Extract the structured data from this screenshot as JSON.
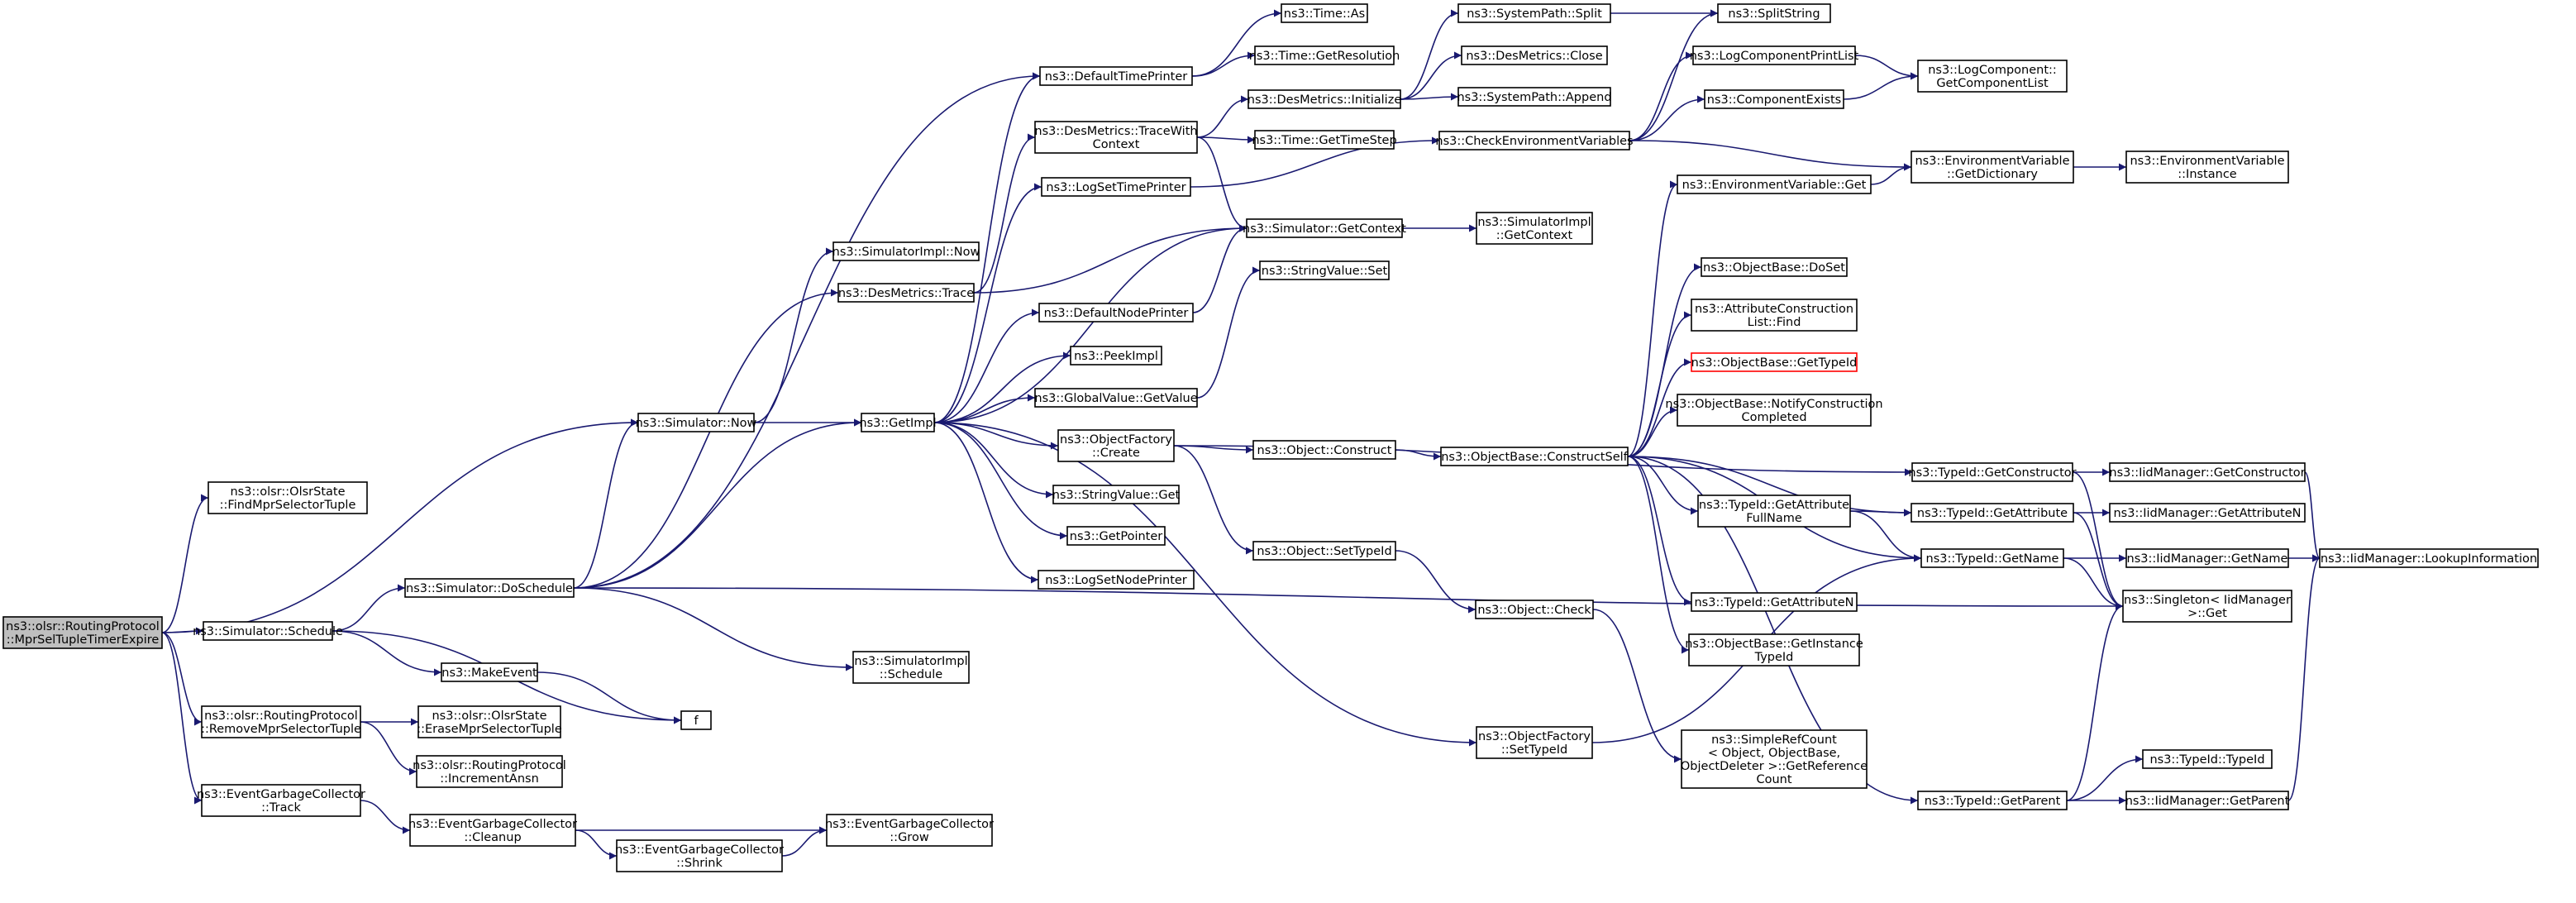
{
  "diagram": {
    "nodes": [
      {
        "id": "root",
        "lines": [
          "ns3::olsr::RoutingProtocol",
          "::MprSelTupleTimerExpire"
        ],
        "root": true
      },
      {
        "id": "findmpr",
        "lines": [
          "ns3::olsr::OlsrState",
          "::FindMprSelectorTuple"
        ]
      },
      {
        "id": "schedule",
        "lines": [
          "ns3::Simulator::Schedule"
        ]
      },
      {
        "id": "removempr",
        "lines": [
          "ns3::olsr::RoutingProtocol",
          "::RemoveMprSelectorTuple"
        ]
      },
      {
        "id": "egctrack",
        "lines": [
          "ns3::EventGarbageCollector",
          "::Track"
        ]
      },
      {
        "id": "simnow",
        "lines": [
          "ns3::Simulator::Now"
        ]
      },
      {
        "id": "doschedule",
        "lines": [
          "ns3::Simulator::DoSchedule"
        ]
      },
      {
        "id": "makeevent",
        "lines": [
          "ns3::MakeEvent"
        ]
      },
      {
        "id": "erasempr",
        "lines": [
          "ns3::olsr::OlsrState",
          "::EraseMprSelectorTuple"
        ]
      },
      {
        "id": "incansn",
        "lines": [
          "ns3::olsr::RoutingProtocol",
          "::IncrementAnsn"
        ]
      },
      {
        "id": "egccleanup",
        "lines": [
          "ns3::EventGarbageCollector",
          "::Cleanup"
        ]
      },
      {
        "id": "egcshrink",
        "lines": [
          "ns3::EventGarbageCollector",
          "::Shrink"
        ]
      },
      {
        "id": "egcgrow",
        "lines": [
          "ns3::EventGarbageCollector",
          "::Grow"
        ]
      },
      {
        "id": "simimplnow",
        "lines": [
          "ns3::SimulatorImpl::Now"
        ]
      },
      {
        "id": "desmtrace",
        "lines": [
          "ns3::DesMetrics::Trace"
        ]
      },
      {
        "id": "getimpl",
        "lines": [
          "ns3::GetImpl"
        ]
      },
      {
        "id": "simimplsched",
        "lines": [
          "ns3::SimulatorImpl",
          "::Schedule"
        ]
      },
      {
        "id": "f",
        "lines": [
          "f"
        ]
      },
      {
        "id": "deftimeprinter",
        "lines": [
          "ns3::DefaultTimePrinter"
        ]
      },
      {
        "id": "desmtracectx",
        "lines": [
          "ns3::DesMetrics::TraceWith",
          "Context"
        ]
      },
      {
        "id": "logsettime",
        "lines": [
          "ns3::LogSetTimePrinter"
        ]
      },
      {
        "id": "defnodeprinter",
        "lines": [
          "ns3::DefaultNodePrinter"
        ]
      },
      {
        "id": "peekimpl",
        "lines": [
          "ns3::PeekImpl"
        ]
      },
      {
        "id": "gvgetvalue",
        "lines": [
          "ns3::GlobalValue::GetValue"
        ]
      },
      {
        "id": "ofcreate",
        "lines": [
          "ns3::ObjectFactory",
          "::Create"
        ]
      },
      {
        "id": "svget",
        "lines": [
          "ns3::StringValue::Get"
        ]
      },
      {
        "id": "getpointer",
        "lines": [
          "ns3::GetPointer"
        ]
      },
      {
        "id": "logsetnode",
        "lines": [
          "ns3::LogSetNodePrinter"
        ]
      },
      {
        "id": "timeas",
        "lines": [
          "ns3::Time::As"
        ]
      },
      {
        "id": "timegetres",
        "lines": [
          "ns3::Time::GetResolution"
        ]
      },
      {
        "id": "desminit",
        "lines": [
          "ns3::DesMetrics::Initialize"
        ]
      },
      {
        "id": "timegetstep",
        "lines": [
          "ns3::Time::GetTimeStep"
        ]
      },
      {
        "id": "simgetctx",
        "lines": [
          "ns3::Simulator::GetContext"
        ]
      },
      {
        "id": "svset",
        "lines": [
          "ns3::StringValue::Set"
        ]
      },
      {
        "id": "objconstruct",
        "lines": [
          "ns3::Object::Construct"
        ]
      },
      {
        "id": "objsettypeid",
        "lines": [
          "ns3::Object::SetTypeId"
        ]
      },
      {
        "id": "objcheck",
        "lines": [
          "ns3::Object::Check"
        ]
      },
      {
        "id": "ofsettypeid",
        "lines": [
          "ns3::ObjectFactory",
          "::SetTypeId"
        ]
      },
      {
        "id": "spsplit",
        "lines": [
          "ns3::SystemPath::Split"
        ]
      },
      {
        "id": "desmclose",
        "lines": [
          "ns3::DesMetrics::Close"
        ]
      },
      {
        "id": "spappend",
        "lines": [
          "ns3::SystemPath::Append"
        ]
      },
      {
        "id": "checkenv",
        "lines": [
          "ns3::CheckEnvironmentVariables"
        ]
      },
      {
        "id": "simimplgetctx",
        "lines": [
          "ns3::SimulatorImpl",
          "::GetContext"
        ]
      },
      {
        "id": "obconstructself",
        "lines": [
          "ns3::ObjectBase::ConstructSelf"
        ]
      },
      {
        "id": "envget",
        "lines": [
          "ns3::EnvironmentVariable::Get"
        ]
      },
      {
        "id": "obdoset",
        "lines": [
          "ns3::ObjectBase::DoSet"
        ]
      },
      {
        "id": "acfind",
        "lines": [
          "ns3::AttributeConstruction",
          "List::Find"
        ]
      },
      {
        "id": "obgettypeid",
        "lines": [
          "ns3::ObjectBase::GetTypeId"
        ],
        "truncated": true
      },
      {
        "id": "obnotify",
        "lines": [
          "ns3::ObjectBase::NotifyConstruction",
          "Completed"
        ]
      },
      {
        "id": "tidgetattrfull",
        "lines": [
          "ns3::TypeId::GetAttribute",
          "FullName"
        ]
      },
      {
        "id": "tidgetattrn",
        "lines": [
          "ns3::TypeId::GetAttributeN"
        ]
      },
      {
        "id": "obgetinstance",
        "lines": [
          "ns3::ObjectBase::GetInstance",
          "TypeId"
        ]
      },
      {
        "id": "simplerefcount",
        "lines": [
          "ns3::SimpleRefCount",
          "< Object, ObjectBase,",
          "ObjectDeleter >::GetReference",
          "Count"
        ]
      },
      {
        "id": "splitstring",
        "lines": [
          "ns3::SplitString"
        ]
      },
      {
        "id": "logcompprint",
        "lines": [
          "ns3::LogComponentPrintList"
        ]
      },
      {
        "id": "compexists",
        "lines": [
          "ns3::ComponentExists"
        ]
      },
      {
        "id": "envgetdict",
        "lines": [
          "ns3::EnvironmentVariable",
          "::GetDictionary"
        ]
      },
      {
        "id": "tidgetctor",
        "lines": [
          "ns3::TypeId::GetConstructor"
        ]
      },
      {
        "id": "tidgetattr",
        "lines": [
          "ns3::TypeId::GetAttribute"
        ]
      },
      {
        "id": "tidgetname",
        "lines": [
          "ns3::TypeId::GetName"
        ]
      },
      {
        "id": "tidgetparent",
        "lines": [
          "ns3::TypeId::GetParent"
        ]
      },
      {
        "id": "logcompgetlist",
        "lines": [
          "ns3::LogComponent::",
          "GetComponentList"
        ]
      },
      {
        "id": "envinstance",
        "lines": [
          "ns3::EnvironmentVariable",
          "::Instance"
        ]
      },
      {
        "id": "iidgetctor",
        "lines": [
          "ns3::IidManager::GetConstructor"
        ]
      },
      {
        "id": "iidgetattrn",
        "lines": [
          "ns3::IidManager::GetAttributeN"
        ]
      },
      {
        "id": "iidgetname",
        "lines": [
          "ns3::IidManager::GetName"
        ]
      },
      {
        "id": "singletonget",
        "lines": [
          "ns3::Singleton< IidManager",
          ">::Get"
        ]
      },
      {
        "id": "tidtypeid",
        "lines": [
          "ns3::TypeId::TypeId"
        ]
      },
      {
        "id": "iidgetparent",
        "lines": [
          "ns3::IidManager::GetParent"
        ]
      },
      {
        "id": "iidlookup",
        "lines": [
          "ns3::IidManager::LookupInformation"
        ]
      }
    ],
    "edges": [
      [
        "root",
        "findmpr"
      ],
      [
        "root",
        "schedule"
      ],
      [
        "root",
        "removempr"
      ],
      [
        "root",
        "egctrack"
      ],
      [
        "root",
        "simnow"
      ],
      [
        "schedule",
        "doschedule"
      ],
      [
        "schedule",
        "makeevent"
      ],
      [
        "schedule",
        "f"
      ],
      [
        "removempr",
        "erasempr"
      ],
      [
        "removempr",
        "incansn"
      ],
      [
        "egctrack",
        "egccleanup"
      ],
      [
        "egccleanup",
        "egcgrow"
      ],
      [
        "egccleanup",
        "egcshrink"
      ],
      [
        "egcshrink",
        "egcgrow"
      ],
      [
        "makeevent",
        "f"
      ],
      [
        "doschedule",
        "simnow"
      ],
      [
        "doschedule",
        "desmtrace"
      ],
      [
        "doschedule",
        "getimpl"
      ],
      [
        "doschedule",
        "simimplsched"
      ],
      [
        "doschedule",
        "deftimeprinter"
      ],
      [
        "doschedule",
        "singletonget"
      ],
      [
        "simnow",
        "simimplnow"
      ],
      [
        "simnow",
        "getimpl"
      ],
      [
        "desmtrace",
        "simgetctx"
      ],
      [
        "desmtrace",
        "desmtracectx"
      ],
      [
        "getimpl",
        "deftimeprinter"
      ],
      [
        "getimpl",
        "logsettime"
      ],
      [
        "getimpl",
        "simgetctx"
      ],
      [
        "getimpl",
        "defnodeprinter"
      ],
      [
        "getimpl",
        "peekimpl"
      ],
      [
        "getimpl",
        "gvgetvalue"
      ],
      [
        "getimpl",
        "ofcreate"
      ],
      [
        "getimpl",
        "svget"
      ],
      [
        "getimpl",
        "getpointer"
      ],
      [
        "getimpl",
        "logsetnode"
      ],
      [
        "getimpl",
        "ofsettypeid"
      ],
      [
        "deftimeprinter",
        "timeas"
      ],
      [
        "deftimeprinter",
        "timegetres"
      ],
      [
        "desmtracectx",
        "desminit"
      ],
      [
        "desmtracectx",
        "timegetstep"
      ],
      [
        "desmtracectx",
        "simgetctx"
      ],
      [
        "logsettime",
        "checkenv"
      ],
      [
        "defnodeprinter",
        "simgetctx"
      ],
      [
        "gvgetvalue",
        "svset"
      ],
      [
        "ofcreate",
        "objconstruct"
      ],
      [
        "ofcreate",
        "objsettypeid"
      ],
      [
        "ofcreate",
        "tidgetctor"
      ],
      [
        "desminit",
        "spsplit"
      ],
      [
        "desminit",
        "desmclose"
      ],
      [
        "desminit",
        "spappend"
      ],
      [
        "spsplit",
        "splitstring"
      ],
      [
        "checkenv",
        "splitstring"
      ],
      [
        "checkenv",
        "logcompprint"
      ],
      [
        "checkenv",
        "compexists"
      ],
      [
        "checkenv",
        "envgetdict"
      ],
      [
        "simgetctx",
        "simimplgetctx"
      ],
      [
        "objconstruct",
        "obconstructself"
      ],
      [
        "objsettypeid",
        "objcheck"
      ],
      [
        "objcheck",
        "simplerefcount"
      ],
      [
        "ofsettypeid",
        "tidgetname"
      ],
      [
        "obconstructself",
        "envget"
      ],
      [
        "obconstructself",
        "obdoset"
      ],
      [
        "obconstructself",
        "acfind"
      ],
      [
        "obconstructself",
        "obgettypeid"
      ],
      [
        "obconstructself",
        "obnotify"
      ],
      [
        "obconstructself",
        "tidgetattrfull"
      ],
      [
        "obconstructself",
        "tidgetattr"
      ],
      [
        "obconstructself",
        "tidgetname"
      ],
      [
        "obconstructself",
        "tidgetattrn"
      ],
      [
        "obconstructself",
        "obgetinstance"
      ],
      [
        "obconstructself",
        "tidgetparent"
      ],
      [
        "envget",
        "envgetdict"
      ],
      [
        "tidgetattrfull",
        "tidgetattr"
      ],
      [
        "tidgetattrfull",
        "tidgetname"
      ],
      [
        "logcompprint",
        "logcompgetlist"
      ],
      [
        "compexists",
        "logcompgetlist"
      ],
      [
        "envgetdict",
        "envinstance"
      ],
      [
        "tidgetctor",
        "iidgetctor"
      ],
      [
        "tidgetctor",
        "singletonget"
      ],
      [
        "tidgetattr",
        "iidgetattrn"
      ],
      [
        "tidgetattr",
        "singletonget"
      ],
      [
        "tidgetname",
        "iidgetname"
      ],
      [
        "tidgetname",
        "singletonget"
      ],
      [
        "tidgetparent",
        "singletonget"
      ],
      [
        "tidgetparent",
        "tidtypeid"
      ],
      [
        "tidgetparent",
        "iidgetparent"
      ],
      [
        "iidgetctor",
        "iidlookup"
      ],
      [
        "iidgetname",
        "iidlookup"
      ],
      [
        "iidgetparent",
        "iidlookup"
      ]
    ]
  }
}
